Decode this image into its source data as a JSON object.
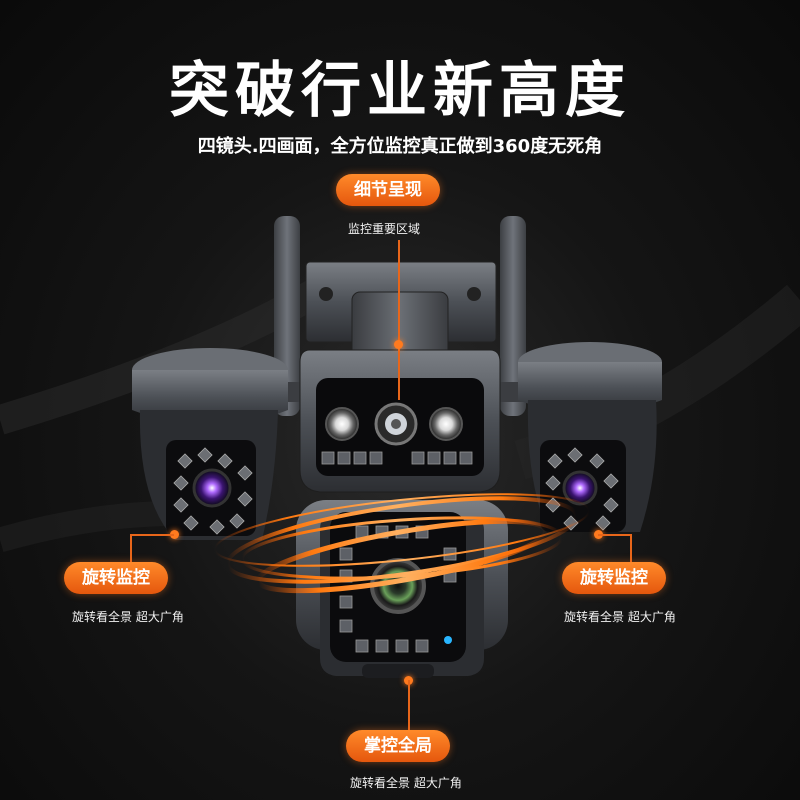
{
  "header": {
    "title": "突破行业新高度",
    "subtitle": "四镜头.四画面，全方位监控真正做到360度无死角"
  },
  "callouts": {
    "top": {
      "badge": "细节呈现",
      "caption": "监控重要区域"
    },
    "left": {
      "badge": "旋转监控",
      "caption": "旋转看全景 超大广角"
    },
    "right": {
      "badge": "旋转监控",
      "caption": "旋转看全景 超大广角"
    },
    "bottom": {
      "badge": "掌控全局",
      "caption": "旋转看全景 超大广角"
    }
  },
  "colors": {
    "accent": "#e5570d",
    "background": "#111111",
    "camera_body": "#4a4d52"
  }
}
